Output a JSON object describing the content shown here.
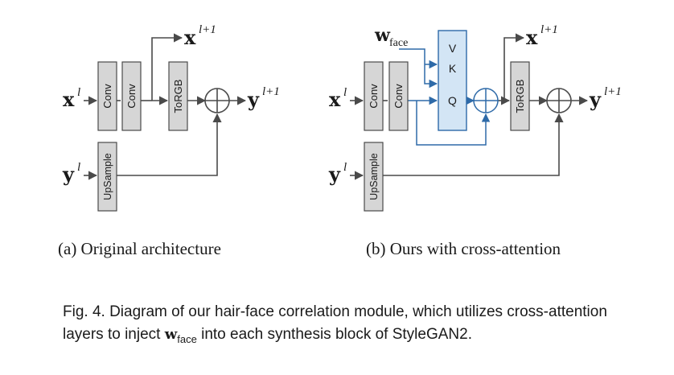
{
  "diagram_a": {
    "input_x": "x",
    "input_x_sup": "l",
    "input_y": "y",
    "input_y_sup": "l",
    "conv1": "Conv",
    "conv2": "Conv",
    "torgb": "ToRGB",
    "upsample": "UpSample",
    "out_x": "x",
    "out_x_sup": "l+1",
    "out_y": "y",
    "out_y_sup": "l+1",
    "caption": "(a) Original architecture"
  },
  "diagram_b": {
    "input_x": "x",
    "input_x_sup": "l",
    "input_y": "y",
    "input_y_sup": "l",
    "w_face": "w",
    "w_face_sub": "face",
    "conv1": "Conv",
    "conv2": "Conv",
    "attn_v": "V",
    "attn_k": "K",
    "attn_q": "Q",
    "torgb": "ToRGB",
    "upsample": "UpSample",
    "out_x": "x",
    "out_x_sup": "l+1",
    "out_y": "y",
    "out_y_sup": "l+1",
    "caption": "(b) Ours with cross-attention"
  },
  "colors": {
    "block_fill": "#d6d6d6",
    "attention_fill": "#d3e5f5",
    "attention_line": "#2e6aa8",
    "line": "#4a4a4a"
  },
  "caption": {
    "prefix": "Fig. 4.  Diagram of our hair-face correlation module, which utilizes cross-attention layers to inject ",
    "w": "w",
    "w_sub": "face",
    "suffix": " into each synthesis block of StyleGAN2."
  }
}
